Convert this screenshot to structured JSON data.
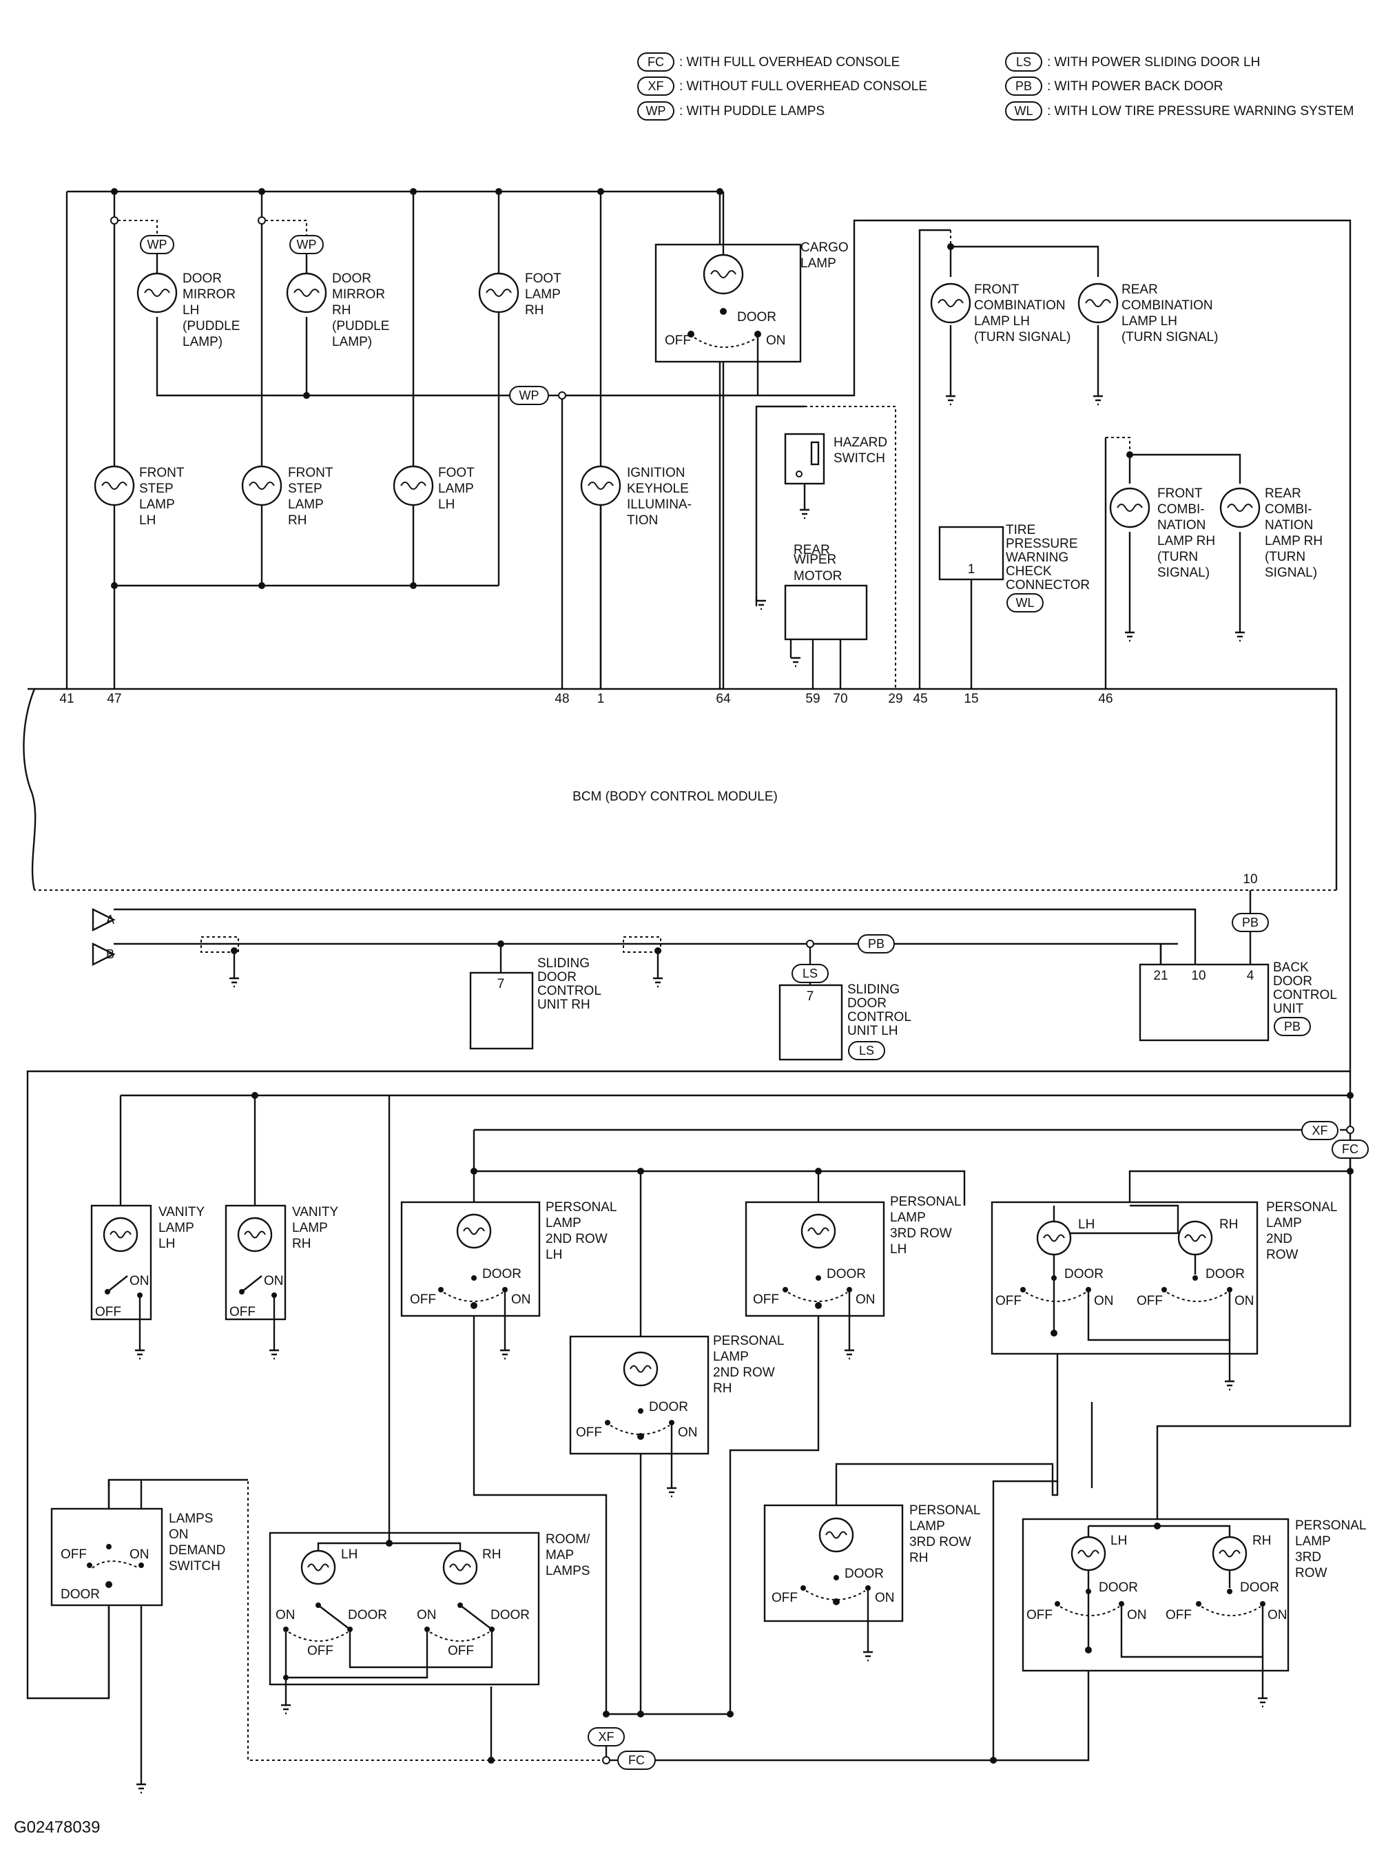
{
  "legend": [
    {
      "code": "FC",
      "text": ": WITH FULL OVERHEAD CONSOLE"
    },
    {
      "code": "XF",
      "text": ": WITHOUT FULL OVERHEAD CONSOLE"
    },
    {
      "code": "WP",
      "text": ": WITH PUDDLE LAMPS"
    },
    {
      "code": "LS",
      "text": ": WITH POWER SLIDING DOOR LH"
    },
    {
      "code": "PB",
      "text": ": WITH POWER BACK DOOR"
    },
    {
      "code": "WL",
      "text": ": WITH LOW TIRE PRESSURE WARNING SYSTEM"
    }
  ],
  "bcm": {
    "label": "BCM (BODY CONTROL MODULE)",
    "pins": [
      "41",
      "47",
      "48",
      "1",
      "64",
      "59",
      "70",
      "29",
      "45",
      "15",
      "46",
      "10"
    ]
  },
  "components": {
    "door_mirror_lh": [
      "DOOR",
      "MIRROR",
      "LH",
      "(PUDDLE",
      "LAMP)"
    ],
    "door_mirror_rh": [
      "DOOR",
      "MIRROR",
      "RH",
      "(PUDDLE",
      "LAMP)"
    ],
    "foot_lamp_rh": [
      "FOOT",
      "LAMP",
      "RH"
    ],
    "cargo_lamp": [
      "CARGO",
      "LAMP"
    ],
    "front_step_lamp_lh": [
      "FRONT",
      "STEP",
      "LAMP",
      "LH"
    ],
    "front_step_lamp_rh": [
      "FRONT",
      "STEP",
      "LAMP",
      "RH"
    ],
    "foot_lamp_lh": [
      "FOOT",
      "LAMP",
      "LH"
    ],
    "ignition_keyhole": [
      "IGNITION",
      "KEYHOLE",
      "ILLUMINA-",
      "TION"
    ],
    "hazard_switch": [
      "HAZARD",
      "SWITCH"
    ],
    "rear_wiper_motor": [
      "REAR",
      "WIPER",
      "MOTOR"
    ],
    "front_comb_lamp_lh": [
      "FRONT",
      "COMBINATION",
      "LAMP LH",
      "(TURN SIGNAL)"
    ],
    "rear_comb_lamp_lh": [
      "REAR",
      "COMBINATION",
      "LAMP LH",
      "(TURN SIGNAL)"
    ],
    "tire_pressure": [
      "TIRE",
      "PRESSURE",
      "WARNING",
      "CHECK",
      "CONNECTOR"
    ],
    "front_comb_lamp_rh": [
      "FRONT",
      "COMBI-",
      "NATION",
      "LAMP RH",
      "(TURN",
      "SIGNAL)"
    ],
    "rear_comb_lamp_rh": [
      "REAR",
      "COMBI-",
      "NATION",
      "LAMP RH",
      "(TURN",
      "SIGNAL)"
    ],
    "sliding_door_rh": [
      "SLIDING",
      "DOOR",
      "CONTROL",
      "UNIT RH"
    ],
    "sliding_door_lh": [
      "SLIDING",
      "DOOR",
      "CONTROL",
      "UNIT LH"
    ],
    "back_door": [
      "BACK",
      "DOOR",
      "CONTROL",
      "UNIT"
    ],
    "vanity_lamp_lh": [
      "VANITY",
      "LAMP",
      "LH"
    ],
    "vanity_lamp_rh": [
      "VANITY",
      "LAMP",
      "RH"
    ],
    "personal_2nd_lh": [
      "PERSONAL",
      "LAMP",
      "2ND ROW",
      "LH"
    ],
    "personal_3rd_lh": [
      "PERSONAL",
      "LAMP",
      "3RD ROW",
      "LH"
    ],
    "personal_2nd_row": [
      "PERSONAL",
      "LAMP",
      "2ND",
      "ROW"
    ],
    "personal_2nd_rh": [
      "PERSONAL",
      "LAMP",
      "2ND ROW",
      "RH"
    ],
    "lamps_on_demand": [
      "LAMPS",
      "ON",
      "DEMAND",
      "SWITCH"
    ],
    "room_map": [
      "ROOM/",
      "MAP",
      "LAMPS"
    ],
    "personal_3rd_rh": [
      "PERSONAL",
      "LAMP",
      "3RD ROW",
      "RH"
    ],
    "personal_3rd_row": [
      "PERSONAL",
      "LAMP",
      "3RD",
      "ROW"
    ]
  },
  "switch_labels": {
    "off": "OFF",
    "on": "ON",
    "door": "DOOR",
    "lh": "LH",
    "rh": "RH"
  },
  "connector_labels": {
    "A": "A",
    "B": "B"
  },
  "pin_numbers": {
    "seven": "7",
    "one": "1",
    "twentyone": "21",
    "ten": "10",
    "four": "4"
  },
  "figure_id": "G02478039"
}
